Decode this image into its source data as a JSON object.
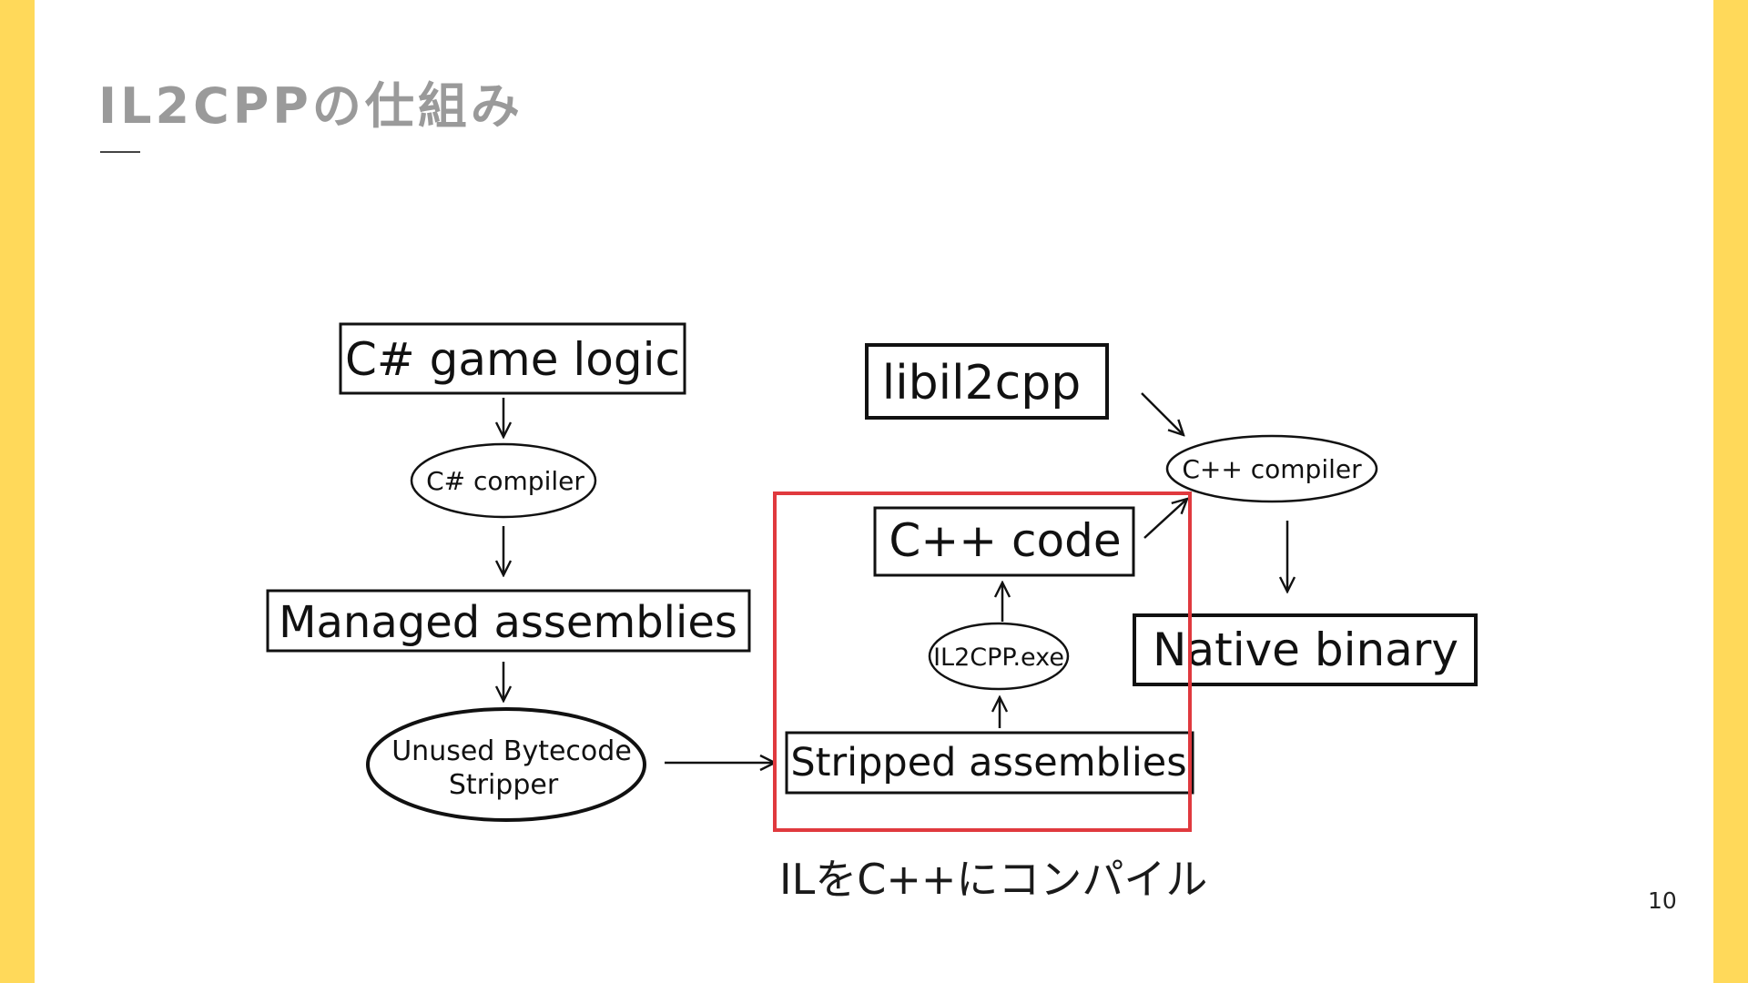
{
  "slide": {
    "title": "IL2CPPの仕組み",
    "caption": "ILをC++にコンパイル",
    "page_number": "10"
  },
  "diagram": {
    "nodes": {
      "csharp_game_logic": "C# game logic",
      "csharp_compiler": "C# compiler",
      "managed_assemblies": "Managed assemblies",
      "stripper_line1": "Unused Bytecode",
      "stripper_line2": "Stripper",
      "stripped_assemblies": "Stripped assemblies",
      "il2cpp_exe": "IL2CPP.exe",
      "cpp_code": "C++ code",
      "libil2cpp": "libil2cpp",
      "cpp_compiler": "C++ compiler",
      "native_binary": "Native binary"
    }
  },
  "colors": {
    "side_bar": "#ffd95a",
    "title": "#9a9a9a",
    "highlight": "#e0393e",
    "ink": "#111111"
  }
}
